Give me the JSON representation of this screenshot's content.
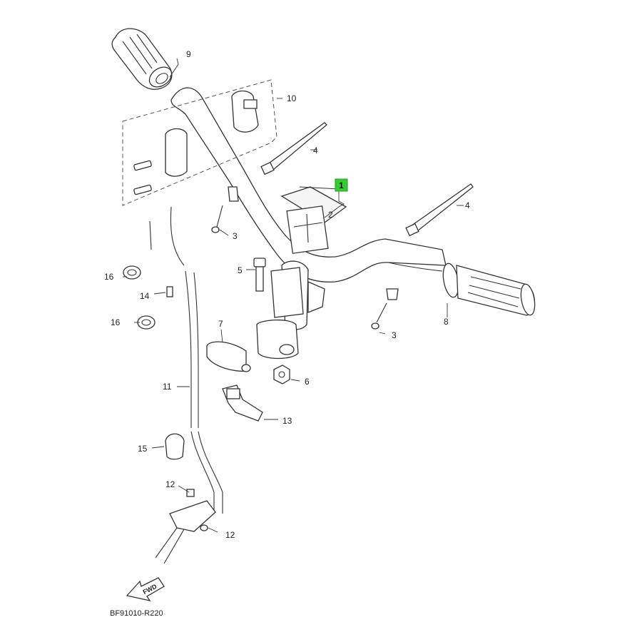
{
  "diagram": {
    "reference_code": "BF91010-R220",
    "fwd_label": "FWD",
    "highlight_color": "#33cc33",
    "callouts": {
      "c1": "1",
      "c2": "2",
      "c3a": "3",
      "c3b": "3",
      "c4a": "4",
      "c4b": "4",
      "c5": "5",
      "c6": "6",
      "c7": "7",
      "c8": "8",
      "c9": "9",
      "c10": "10",
      "c11": "11",
      "c12a": "12",
      "c12b": "12",
      "c13": "13",
      "c14": "14",
      "c15": "15",
      "c16a": "16",
      "c16b": "16"
    }
  }
}
